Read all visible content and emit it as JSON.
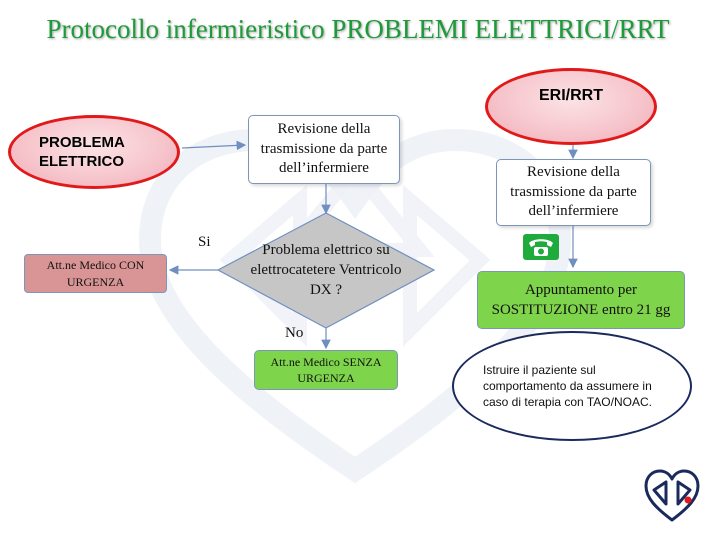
{
  "title": "Protocollo infermieristico PROBLEMI ELETTRICI/RRT",
  "nodes": {
    "problema_elettrico": "PROBLEMA ELETTRICO",
    "revisione_left": "Revisione della trasmissione da parte dell’infermiere",
    "decision": "Problema elettrico su elettrocatetere Ventricolo DX ?",
    "si_label": "Si",
    "no_label": "No",
    "medico_con_urgenza": "Att.ne Medico CON URGENZA",
    "medico_senza_urgenza": "Att.ne Medico SENZA URGENZA",
    "eri_rrt": "ERI/RRT",
    "revisione_right": "Revisione della trasmissione da parte dell’infermiere",
    "appuntamento": "Appuntamento per SOSTITUZIONE entro 21 gg",
    "istruire": "Istruire il paziente sul comportamento da assumere in caso di terapia con TAO/NOAC."
  },
  "icons": {
    "phone": "telephone-icon",
    "logo": "heart-logo-icon"
  },
  "colors": {
    "title_green": "#1e9a3a",
    "red_border": "#e01a1a",
    "pink_fill": "#f6c4cb",
    "green_fill": "#7ed44a",
    "pink_box": "#d99595",
    "decision_gray": "#c6c6c6",
    "navy": "#1b2a5c",
    "connector_blue": "#6f8fc0"
  }
}
